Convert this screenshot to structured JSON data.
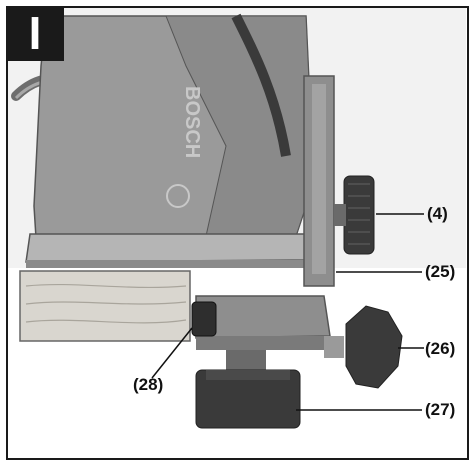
{
  "figure": {
    "step_label": "I",
    "brand": "BOSCH",
    "callouts": {
      "c4": "(4)",
      "c25": "(25)",
      "c26": "(26)",
      "c27": "(27)",
      "c28": "(28)"
    }
  },
  "colors": {
    "frame": "#1a1a1a",
    "body_gray": "#9a9a9a",
    "dark_knob": "#3a3a3a",
    "wood": "#d9d6cf"
  }
}
